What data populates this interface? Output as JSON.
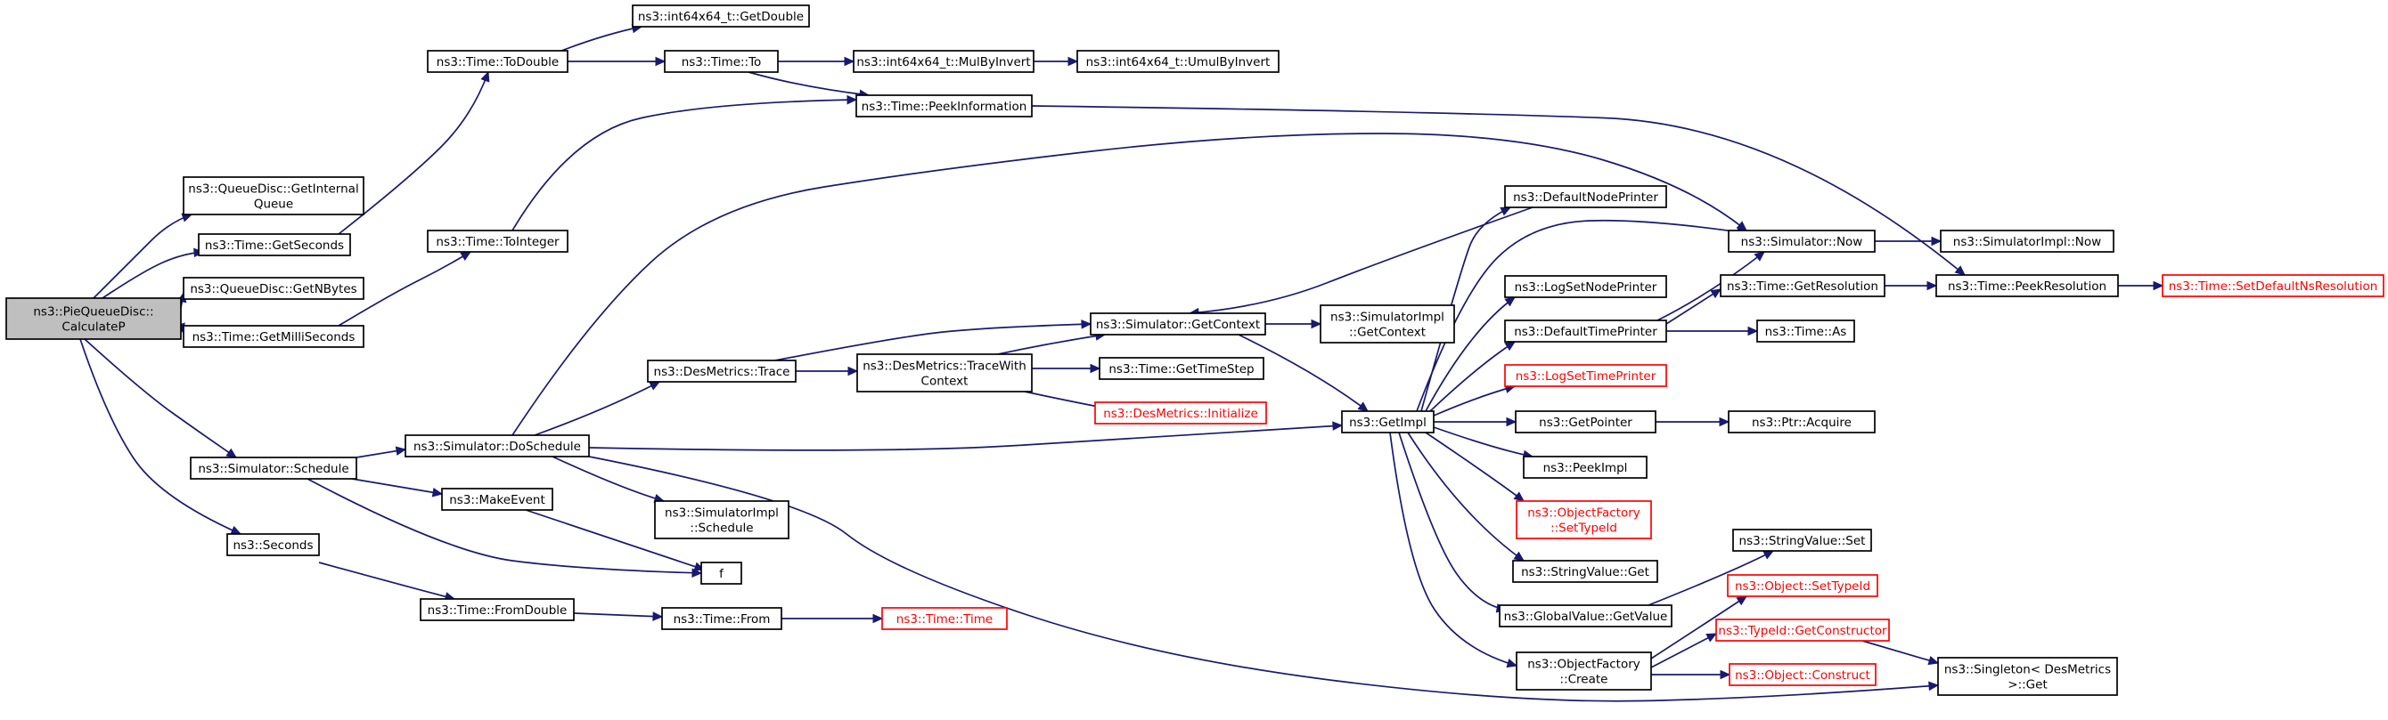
{
  "colors": {
    "edge": "#191970",
    "root_fill": "#bfbfbf",
    "missing_border": "#ff0000"
  },
  "nodes": [
    {
      "id": "calc",
      "lines": [
        "ns3::PieQueueDisc::",
        "CalculateP"
      ],
      "style": "root"
    },
    {
      "id": "getInternalQueue",
      "lines": [
        "ns3::QueueDisc::GetInternal",
        "Queue"
      ]
    },
    {
      "id": "getSeconds",
      "lines": [
        "ns3::Time::GetSeconds"
      ]
    },
    {
      "id": "getNBytes",
      "lines": [
        "ns3::QueueDisc::GetNBytes"
      ]
    },
    {
      "id": "getMilli",
      "lines": [
        "ns3::Time::GetMilliSeconds"
      ]
    },
    {
      "id": "schedule",
      "lines": [
        "ns3::Simulator::Schedule"
      ]
    },
    {
      "id": "seconds",
      "lines": [
        "ns3::Seconds"
      ]
    },
    {
      "id": "toDouble",
      "lines": [
        "ns3::Time::ToDouble"
      ]
    },
    {
      "id": "toInteger",
      "lines": [
        "ns3::Time::ToInteger"
      ]
    },
    {
      "id": "doSchedule",
      "lines": [
        "ns3::Simulator::DoSchedule"
      ]
    },
    {
      "id": "makeEvent",
      "lines": [
        "ns3::MakeEvent"
      ]
    },
    {
      "id": "fromDouble",
      "lines": [
        "ns3::Time::FromDouble"
      ]
    },
    {
      "id": "i64GetDouble",
      "lines": [
        "ns3::int64x64_t::GetDouble"
      ]
    },
    {
      "id": "timeTo",
      "lines": [
        "ns3::Time::To"
      ]
    },
    {
      "id": "dmTrace",
      "lines": [
        "ns3::DesMetrics::Trace"
      ]
    },
    {
      "id": "siSchedule",
      "lines": [
        "ns3::SimulatorImpl",
        "::Schedule"
      ]
    },
    {
      "id": "f",
      "lines": [
        "f"
      ]
    },
    {
      "id": "timeFrom",
      "lines": [
        "ns3::Time::From"
      ]
    },
    {
      "id": "mulByInvert",
      "lines": [
        "ns3::int64x64_t::MulByInvert"
      ]
    },
    {
      "id": "peekInfo",
      "lines": [
        "ns3::Time::PeekInformation"
      ]
    },
    {
      "id": "traceWith",
      "lines": [
        "ns3::DesMetrics::TraceWith",
        "Context"
      ]
    },
    {
      "id": "dmInit",
      "lines": [
        "ns3::DesMetrics::Initialize"
      ],
      "style": "red"
    },
    {
      "id": "timeTime",
      "lines": [
        "ns3::Time::Time"
      ],
      "style": "red"
    },
    {
      "id": "umulByInvert",
      "lines": [
        "ns3::int64x64_t::UmulByInvert"
      ]
    },
    {
      "id": "getContext",
      "lines": [
        "ns3::Simulator::GetContext"
      ]
    },
    {
      "id": "getTimeStep",
      "lines": [
        "ns3::Time::GetTimeStep"
      ]
    },
    {
      "id": "siGetContext",
      "lines": [
        "ns3::SimulatorImpl",
        "::GetContext"
      ]
    },
    {
      "id": "getImpl",
      "lines": [
        "ns3::GetImpl"
      ]
    },
    {
      "id": "defaultNodePrinter",
      "lines": [
        "ns3::DefaultNodePrinter"
      ]
    },
    {
      "id": "logSetNodePrinter",
      "lines": [
        "ns3::LogSetNodePrinter"
      ]
    },
    {
      "id": "defaultTimePrinter",
      "lines": [
        "ns3::DefaultTimePrinter"
      ]
    },
    {
      "id": "logSetTimePrinter",
      "lines": [
        "ns3::LogSetTimePrinter"
      ],
      "style": "red"
    },
    {
      "id": "getPointer",
      "lines": [
        "ns3::GetPointer"
      ]
    },
    {
      "id": "peekImpl",
      "lines": [
        "ns3::PeekImpl"
      ]
    },
    {
      "id": "ofSetTypeId",
      "lines": [
        "ns3::ObjectFactory",
        "::SetTypeId"
      ],
      "style": "red"
    },
    {
      "id": "svGet",
      "lines": [
        "ns3::StringValue::Get"
      ]
    },
    {
      "id": "gvGetValue",
      "lines": [
        "ns3::GlobalValue::GetValue"
      ]
    },
    {
      "id": "ofCreate",
      "lines": [
        "ns3::ObjectFactory",
        "::Create"
      ]
    },
    {
      "id": "simNow",
      "lines": [
        "ns3::Simulator::Now"
      ]
    },
    {
      "id": "getResolution",
      "lines": [
        "ns3::Time::GetResolution"
      ]
    },
    {
      "id": "timeAs",
      "lines": [
        "ns3::Time::As"
      ]
    },
    {
      "id": "ptrAcquire",
      "lines": [
        "ns3::Ptr::Acquire"
      ]
    },
    {
      "id": "svSet",
      "lines": [
        "ns3::StringValue::Set"
      ]
    },
    {
      "id": "objSetTypeId",
      "lines": [
        "ns3::Object::SetTypeId"
      ],
      "style": "red"
    },
    {
      "id": "getConstructor",
      "lines": [
        "ns3::TypeId::GetConstructor"
      ],
      "style": "red"
    },
    {
      "id": "objConstruct",
      "lines": [
        "ns3::Object::Construct"
      ],
      "style": "red"
    },
    {
      "id": "siNow",
      "lines": [
        "ns3::SimulatorImpl::Now"
      ]
    },
    {
      "id": "peekResolution",
      "lines": [
        "ns3::Time::PeekResolution"
      ]
    },
    {
      "id": "singletonGet",
      "lines": [
        "ns3::Singleton< DesMetrics",
        ">::Get"
      ]
    },
    {
      "id": "setDefaultNs",
      "lines": [
        "ns3::Time::SetDefaultNsResolution"
      ],
      "style": "red"
    }
  ],
  "edges": [
    {
      "from": "calc",
      "to": "getInternalQueue"
    },
    {
      "from": "calc",
      "to": "getSeconds"
    },
    {
      "from": "calc",
      "to": "getNBytes"
    },
    {
      "from": "calc",
      "to": "getMilli"
    },
    {
      "from": "calc",
      "to": "schedule"
    },
    {
      "from": "calc",
      "to": "seconds"
    },
    {
      "from": "getSeconds",
      "to": "toDouble"
    },
    {
      "from": "getMilli",
      "to": "toInteger"
    },
    {
      "from": "toDouble",
      "to": "i64GetDouble"
    },
    {
      "from": "toDouble",
      "to": "timeTo"
    },
    {
      "from": "timeTo",
      "to": "mulByInvert"
    },
    {
      "from": "timeTo",
      "to": "peekInfo"
    },
    {
      "from": "mulByInvert",
      "to": "umulByInvert"
    },
    {
      "from": "toInteger",
      "to": "peekInfo"
    },
    {
      "from": "peekInfo",
      "to": "peekResolution"
    },
    {
      "from": "schedule",
      "to": "doSchedule"
    },
    {
      "from": "schedule",
      "to": "makeEvent"
    },
    {
      "from": "schedule",
      "to": "f"
    },
    {
      "from": "makeEvent",
      "to": "f"
    },
    {
      "from": "seconds",
      "to": "fromDouble"
    },
    {
      "from": "fromDouble",
      "to": "timeFrom"
    },
    {
      "from": "timeFrom",
      "to": "timeTime"
    },
    {
      "from": "doSchedule",
      "to": "simNow"
    },
    {
      "from": "doSchedule",
      "to": "dmTrace"
    },
    {
      "from": "doSchedule",
      "to": "siSchedule"
    },
    {
      "from": "doSchedule",
      "to": "getImpl"
    },
    {
      "from": "doSchedule",
      "to": "singletonGet"
    },
    {
      "from": "dmTrace",
      "to": "getContext"
    },
    {
      "from": "dmTrace",
      "to": "traceWith"
    },
    {
      "from": "traceWith",
      "to": "getContext"
    },
    {
      "from": "traceWith",
      "to": "getTimeStep"
    },
    {
      "from": "traceWith",
      "to": "dmInit"
    },
    {
      "from": "getContext",
      "to": "siGetContext"
    },
    {
      "from": "getContext",
      "to": "getImpl"
    },
    {
      "from": "defaultNodePrinter",
      "to": "getContext"
    },
    {
      "from": "getImpl",
      "to": "defaultNodePrinter"
    },
    {
      "from": "getImpl",
      "to": "simNow"
    },
    {
      "from": "getImpl",
      "to": "logSetNodePrinter"
    },
    {
      "from": "getImpl",
      "to": "defaultTimePrinter"
    },
    {
      "from": "getImpl",
      "to": "logSetTimePrinter"
    },
    {
      "from": "getImpl",
      "to": "getPointer"
    },
    {
      "from": "getImpl",
      "to": "peekImpl"
    },
    {
      "from": "getImpl",
      "to": "ofSetTypeId"
    },
    {
      "from": "getImpl",
      "to": "svGet"
    },
    {
      "from": "getImpl",
      "to": "gvGetValue"
    },
    {
      "from": "getImpl",
      "to": "ofCreate"
    },
    {
      "from": "simNow",
      "to": "siNow"
    },
    {
      "from": "defaultTimePrinter",
      "to": "simNow"
    },
    {
      "from": "defaultTimePrinter",
      "to": "getResolution"
    },
    {
      "from": "defaultTimePrinter",
      "to": "timeAs"
    },
    {
      "from": "getResolution",
      "to": "peekResolution"
    },
    {
      "from": "peekResolution",
      "to": "setDefaultNs"
    },
    {
      "from": "getPointer",
      "to": "ptrAcquire"
    },
    {
      "from": "gvGetValue",
      "to": "svSet"
    },
    {
      "from": "ofCreate",
      "to": "objSetTypeId"
    },
    {
      "from": "ofCreate",
      "to": "getConstructor"
    },
    {
      "from": "ofCreate",
      "to": "objConstruct"
    },
    {
      "from": "getConstructor",
      "to": "singletonGet"
    }
  ]
}
